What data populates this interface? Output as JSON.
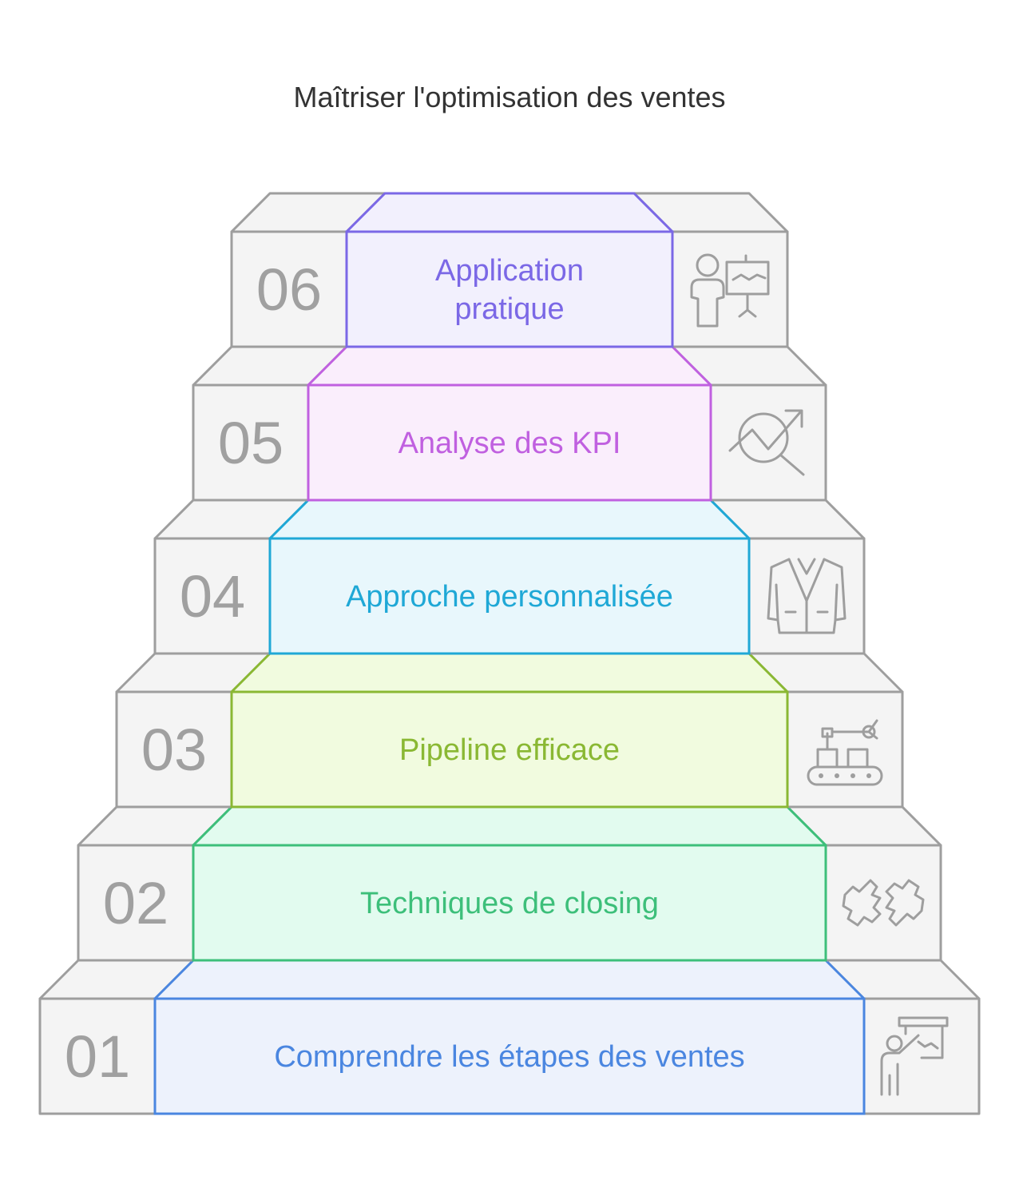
{
  "title": "Maîtriser l'optimisation des ventes",
  "steps": [
    {
      "number": "01",
      "label_lines": [
        "Comprendre les étapes des ventes"
      ],
      "icon": "presentation-pointing-icon",
      "color": "#4a86e0",
      "fill": "#edf2fc"
    },
    {
      "number": "02",
      "label_lines": [
        "Techniques de closing"
      ],
      "icon": "handshake-icon",
      "color": "#3dbf7a",
      "fill": "#e2fbef"
    },
    {
      "number": "03",
      "label_lines": [
        "Pipeline efficace"
      ],
      "icon": "conveyor-robot-arm-icon",
      "color": "#8ab833",
      "fill": "#f1fbdf"
    },
    {
      "number": "04",
      "label_lines": [
        "Approche personnalisée"
      ],
      "icon": "suit-jacket-icon",
      "color": "#1fa8d6",
      "fill": "#e8f7fc"
    },
    {
      "number": "05",
      "label_lines": [
        "Analyse des KPI"
      ],
      "icon": "chart-magnifier-icon",
      "color": "#c060e0",
      "fill": "#faeefc"
    },
    {
      "number": "06",
      "label_lines": [
        "Application",
        "pratique"
      ],
      "icon": "person-whiteboard-icon",
      "color": "#7b68e6",
      "fill": "#f2f0fd"
    }
  ]
}
